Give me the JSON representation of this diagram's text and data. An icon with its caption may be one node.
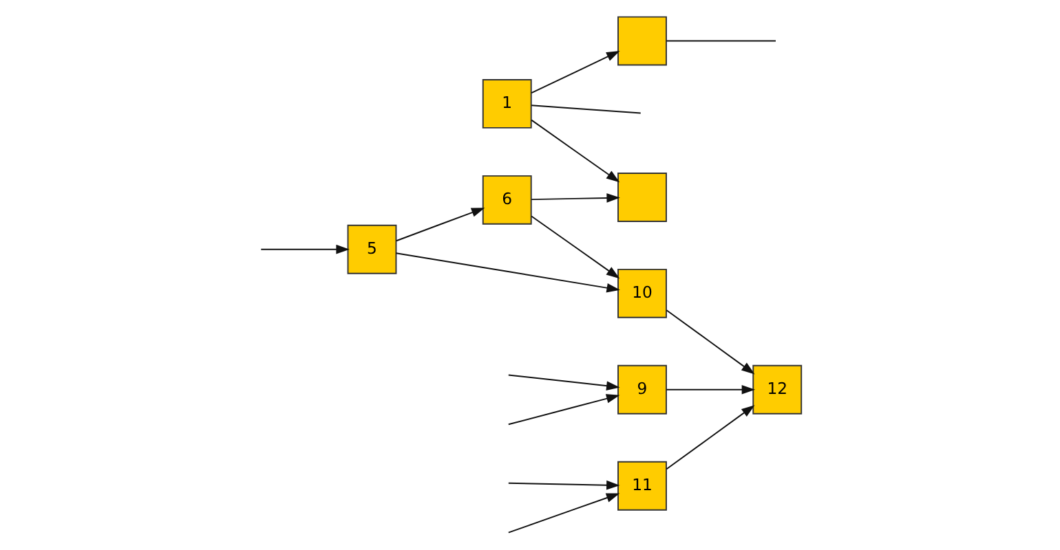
{
  "diagram": {
    "nodes": [
      {
        "text": [
          "1"
        ]
      },
      {
        "text": [],
        "shape": "box"
      },
      {
        "text": [
          "9"
        ]
      },
      {
        "text": [
          "12"
        ]
      },
      {
        "text": [
          "5"
        ]
      },
      {
        "text": [
          "10"
        ]
      },
      {
        "text": [
          "11"
        ]
      },
      {
        "text": [
          "6"
        ]
      },
      {
        "text": [],
        "shape": "box"
      }
    ],
    "edges": [
      {
        "from": 0,
        "to": 1,
        "arrow": "to"
      },
      {
        "from": 1,
        "to": null,
        "arrow": "none"
      },
      {
        "from": 0,
        "to": null,
        "arrow": "none"
      },
      {
        "from": 0,
        "to": 8,
        "arrow": "to"
      },
      {
        "from": null,
        "to": 2,
        "arrow": "to"
      },
      {
        "from": null,
        "to": 2,
        "arrow": "to"
      },
      {
        "from": null,
        "to": 4,
        "arrow": "to"
      },
      {
        "from": 2,
        "to": 3,
        "arrow": "to"
      },
      {
        "from": 5,
        "to": 3,
        "arrow": "to"
      },
      {
        "from": 4,
        "to": 5,
        "arrow": "to"
      },
      {
        "from": 4,
        "to": 7,
        "arrow": "to"
      },
      {
        "from": 7,
        "to": 5,
        "arrow": "to"
      },
      {
        "from": 7,
        "to": 8,
        "arrow": "to"
      },
      {
        "from": 6,
        "to": 3,
        "arrow": "to"
      },
      {
        "from": null,
        "to": 6,
        "arrow": "to"
      },
      {
        "from": null,
        "to": 6,
        "arrow": "to"
      }
    ]
  }
}
